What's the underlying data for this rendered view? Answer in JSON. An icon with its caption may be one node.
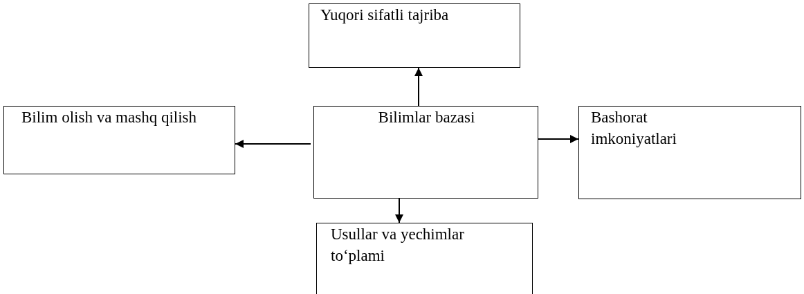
{
  "diagram": {
    "nodes": [
      {
        "text": [
          "Bilimlar bazasi"
        ]
      },
      {
        "text": [
          "Yuqori sifatli tajriba"
        ]
      },
      {
        "text": [
          "Bilim olish va mashq qilish"
        ]
      },
      {
        "text": [
          "Bashorat imkoniyatlari"
        ]
      },
      {
        "text": [
          "Usullar va yechimlar to‘plami"
        ]
      }
    ],
    "edges": [
      {
        "from": 0,
        "to": 1,
        "arrow": "to"
      },
      {
        "from": 0,
        "to": 2,
        "arrow": "to"
      },
      {
        "from": 0,
        "to": 3,
        "arrow": "to"
      },
      {
        "from": 0,
        "to": 4,
        "arrow": "to"
      }
    ]
  }
}
